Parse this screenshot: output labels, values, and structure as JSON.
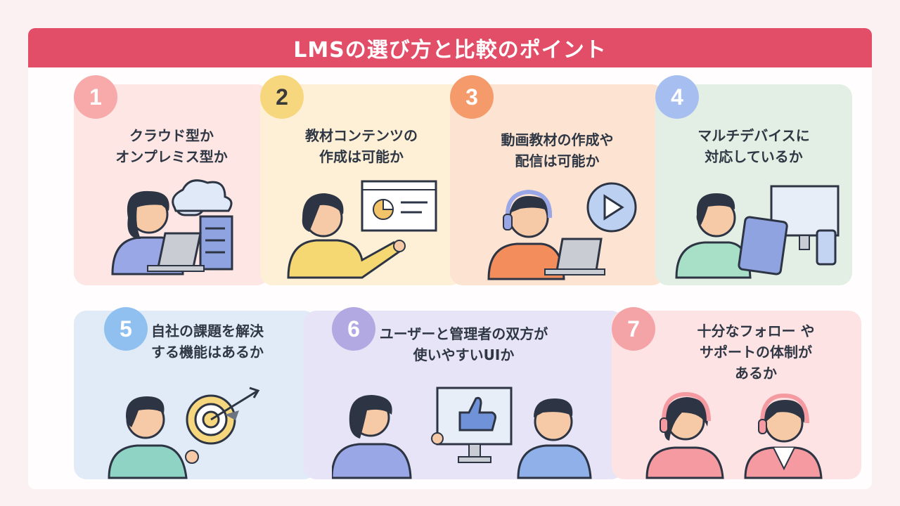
{
  "title": "LMSの選び方と比較のポイント",
  "colors": {
    "banner": "#e24d68",
    "background": "#fbf1f3"
  },
  "cards": [
    {
      "number": "1",
      "lines": [
        "クラウド型か",
        "オンプレミス型か"
      ],
      "illustration": "person-laptop-cloud-server",
      "bg": "#fde6e4",
      "badge": "#f8a9aa"
    },
    {
      "number": "2",
      "lines": [
        "教材コンテンツの",
        "作成は可能か"
      ],
      "illustration": "person-pointing-presentation",
      "bg": "#fdf0d6",
      "badge": "#f7d77e"
    },
    {
      "number": "3",
      "lines": [
        "動画教材の作成や",
        "配信は可能か"
      ],
      "illustration": "person-headset-laptop-play",
      "bg": "#fde4d2",
      "badge": "#f59b6b"
    },
    {
      "number": "4",
      "lines": [
        "マルチデバイスに",
        "対応しているか"
      ],
      "illustration": "person-tablet-monitor-phone",
      "bg": "#e3efe4",
      "badge": "#a7bff0"
    },
    {
      "number": "5",
      "lines": [
        "自社の課題を解決",
        "する機能はあるか"
      ],
      "illustration": "person-target-arrow",
      "bg": "#e1ebf8",
      "badge": "#8fc0ef"
    },
    {
      "number": "6",
      "lines": [
        "ユーザーと管理者の双方が",
        "使いやすいUIか"
      ],
      "illustration": "users-thumbs-up-monitor",
      "bg": "#e6e4f6",
      "badge": "#b3a9e2"
    },
    {
      "number": "7",
      "lines": [
        "十分なフォロー や",
        "サポートの体制が",
        "あるか"
      ],
      "illustration": "support-staff-headsets",
      "bg": "#fde3e3",
      "badge": "#f4a3a6"
    }
  ]
}
